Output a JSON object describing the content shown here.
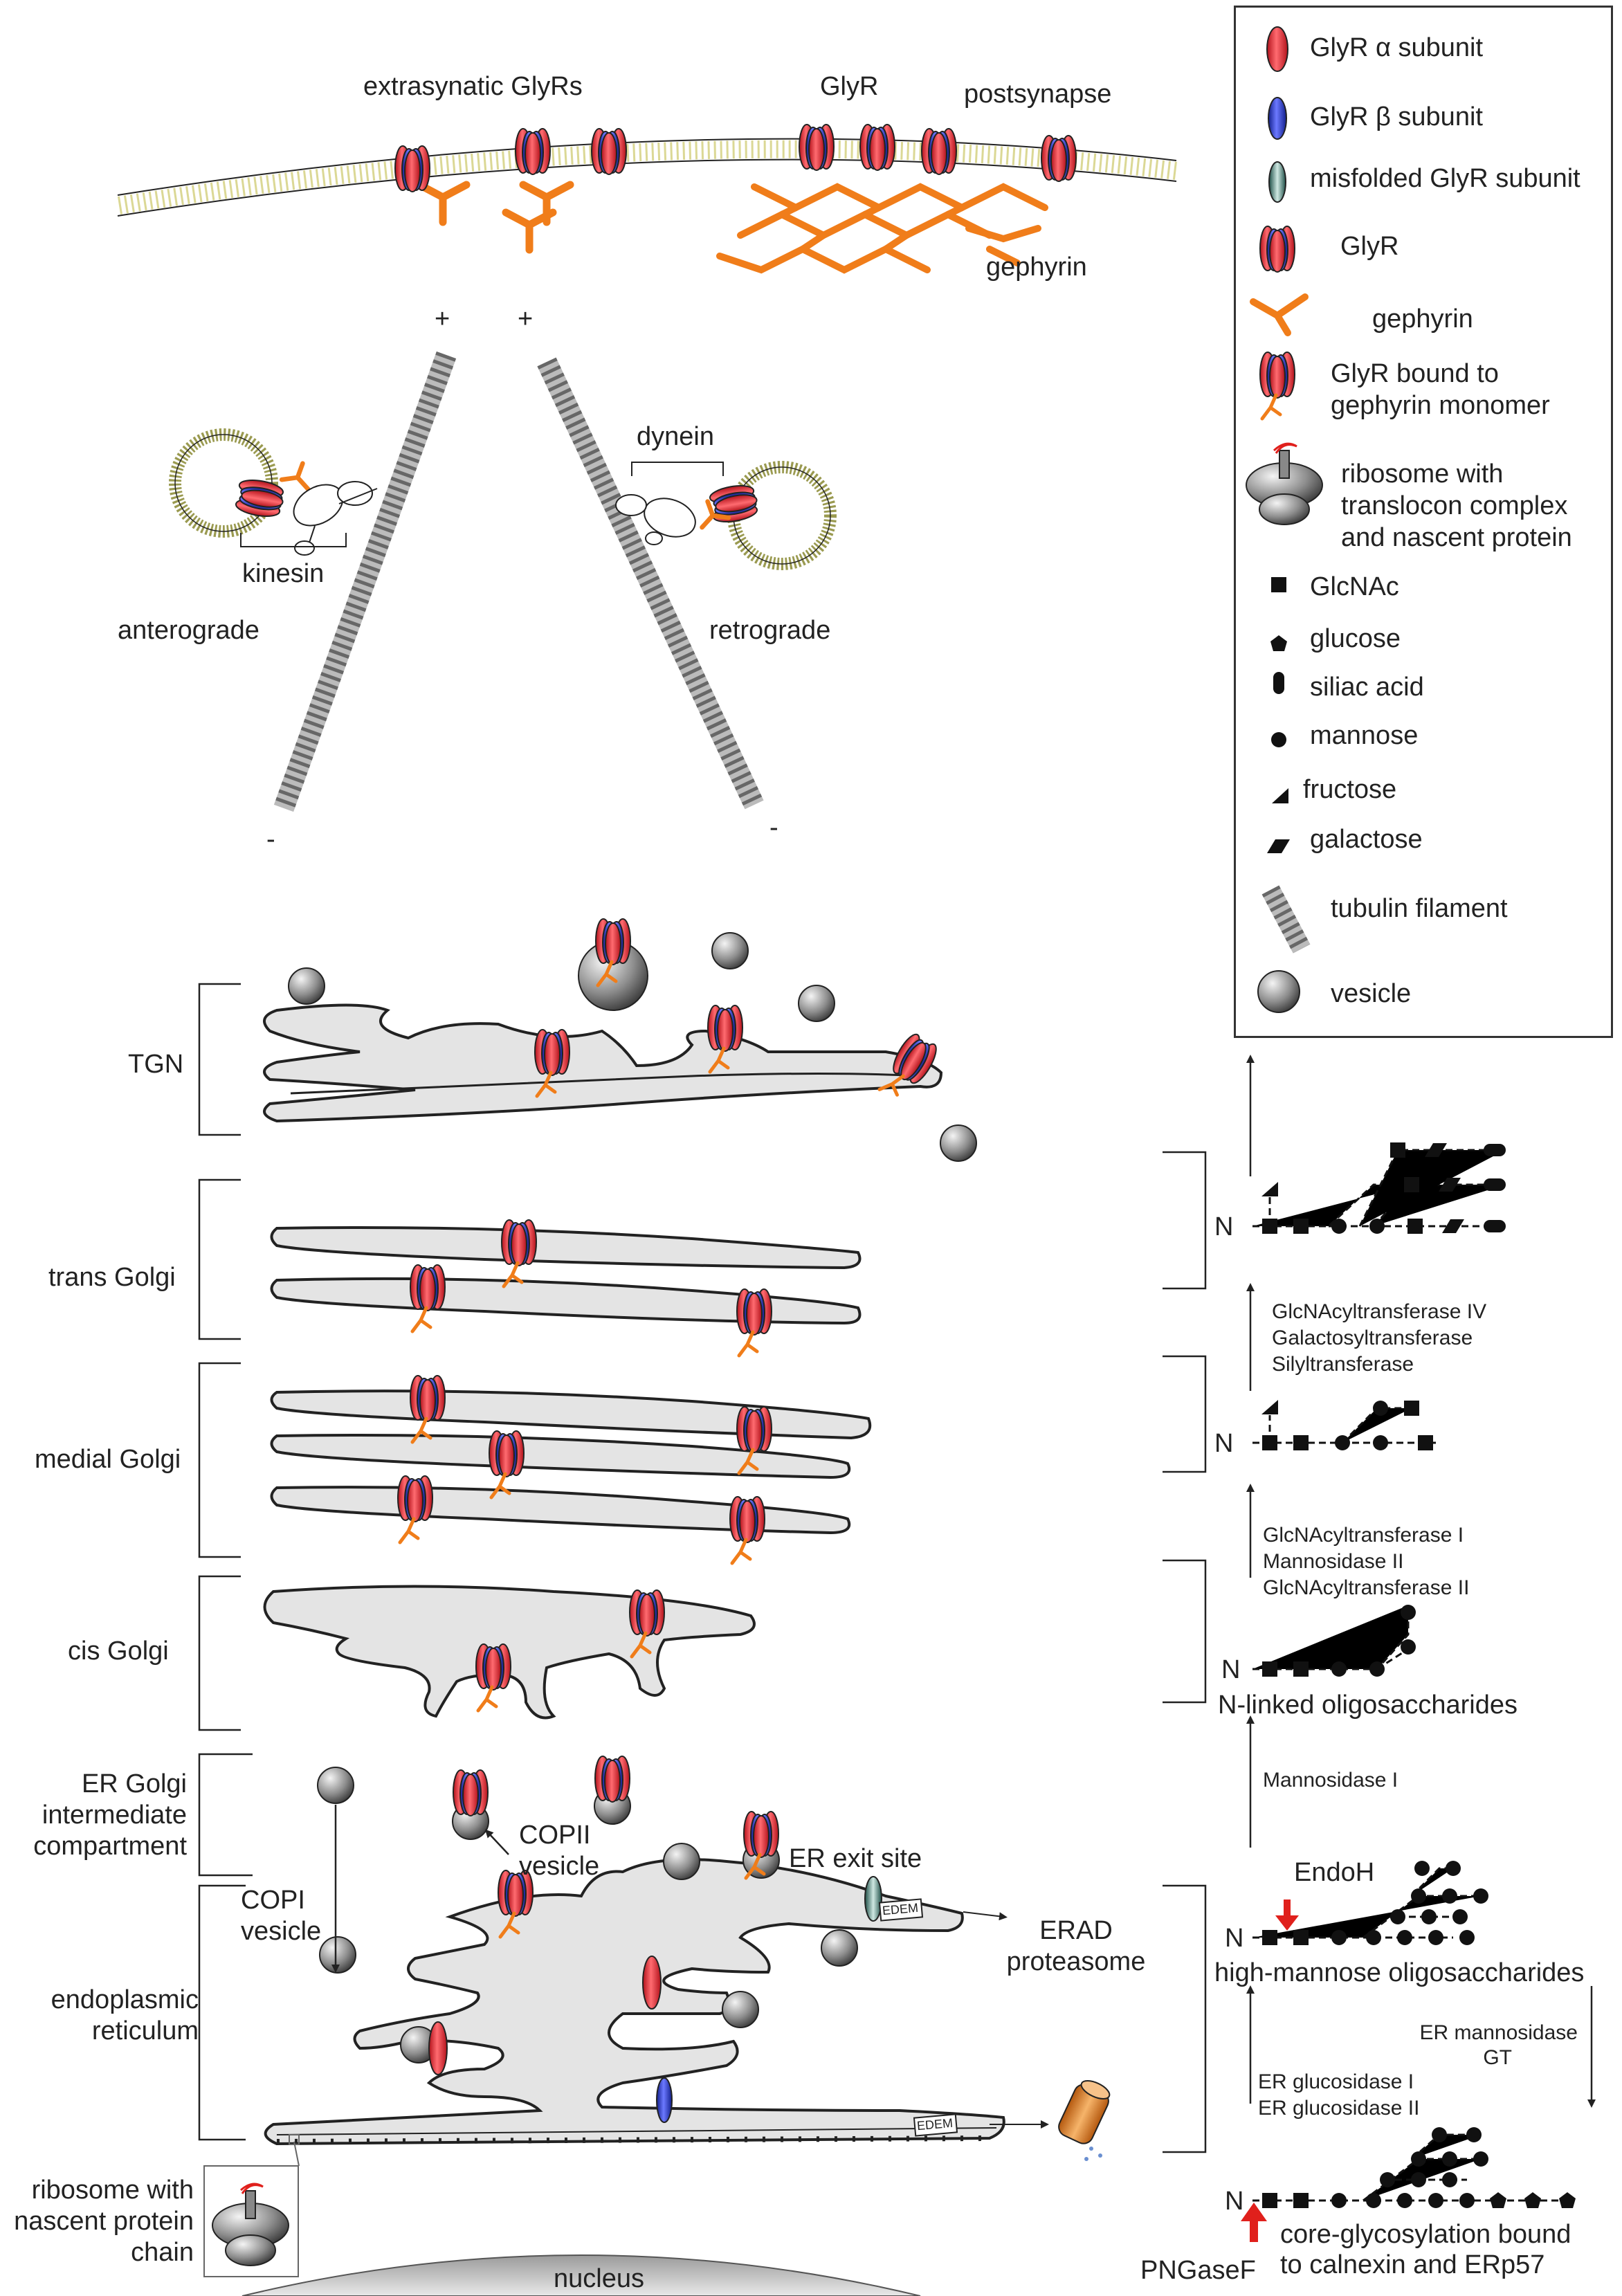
{
  "membrane": {
    "extrasynaptic_label": "extrasynatic GlyRs",
    "glyr_label": "GlyR",
    "postsynapse_label": "postsynapse",
    "gephyrin_label": "gephyrin"
  },
  "transport": {
    "plus_left": "+",
    "plus_right": "+",
    "minus_left": "-",
    "minus_right": "-",
    "dynein_label": "dynein",
    "kinesin_label": "kinesin",
    "anterograde_label": "anterograde",
    "retrograde_label": "retrograde"
  },
  "compartments": {
    "tgn": "TGN",
    "trans_golgi": "trans Golgi",
    "medial_golgi": "medial Golgi",
    "cis_golgi": "cis Golgi",
    "ergic": [
      "ER Golgi",
      "intermediate",
      "compartment"
    ],
    "er": [
      "endoplasmic",
      "reticulum"
    ],
    "ribosome": [
      "ribosome with",
      "nascent protein",
      "chain"
    ],
    "nucleus": "nucleus"
  },
  "er_features": {
    "copi": [
      "COPI",
      "vesicle"
    ],
    "copii": [
      "COPII",
      "vesicle"
    ],
    "er_exit_site": "ER exit site",
    "erad": [
      "ERAD",
      "proteasome"
    ],
    "edem": "EDEM"
  },
  "glycosylation": {
    "enzymes_upper": [
      "GlcNAcyltransferase IV",
      "Galactosyltransferase",
      "Silyltransferase"
    ],
    "enzymes_mid": [
      "GlcNAcyltransferase I",
      "Mannosidase II",
      "GlcNAcyltransferase II"
    ],
    "n_linked_label": "N-linked oligosaccharides",
    "mannosidase_i": "Mannosidase I",
    "endoh": "EndoH",
    "high_mannose_label": "high-mannose oligosaccharides",
    "er_mannosidase": [
      "ER mannosidase",
      "GT"
    ],
    "er_glucosidase": [
      "ER glucosidase I",
      "ER glucosidase II"
    ],
    "core_label": [
      "core-glycosylation bound",
      "to calnexin and ERp57"
    ],
    "pngasef": "PNGaseF",
    "n_symbol": "N"
  },
  "legend": {
    "items": [
      "GlyR α subunit",
      "GlyR β subunit",
      "misfolded GlyR subunit",
      "GlyR",
      "gephyrin",
      [
        "GlyR bound to",
        "gephyrin monomer"
      ],
      [
        "ribosome with",
        "translocon complex",
        "and nascent protein"
      ],
      "GlcNAc",
      "glucose",
      "siliac acid",
      "mannose",
      "fructose",
      "galactose",
      "tubulin filament",
      "vesicle"
    ]
  },
  "colors": {
    "alpha": "#e8313a",
    "beta": "#2d3fd6",
    "misfolded": "#3a8f7f",
    "gephyrin": "#f07d1a",
    "membrane": "#d7d48a",
    "organelle": "#e4e4e4",
    "edge": "#222222",
    "arrow_red": "#e0201c",
    "proteasome": "#f09a3a"
  }
}
